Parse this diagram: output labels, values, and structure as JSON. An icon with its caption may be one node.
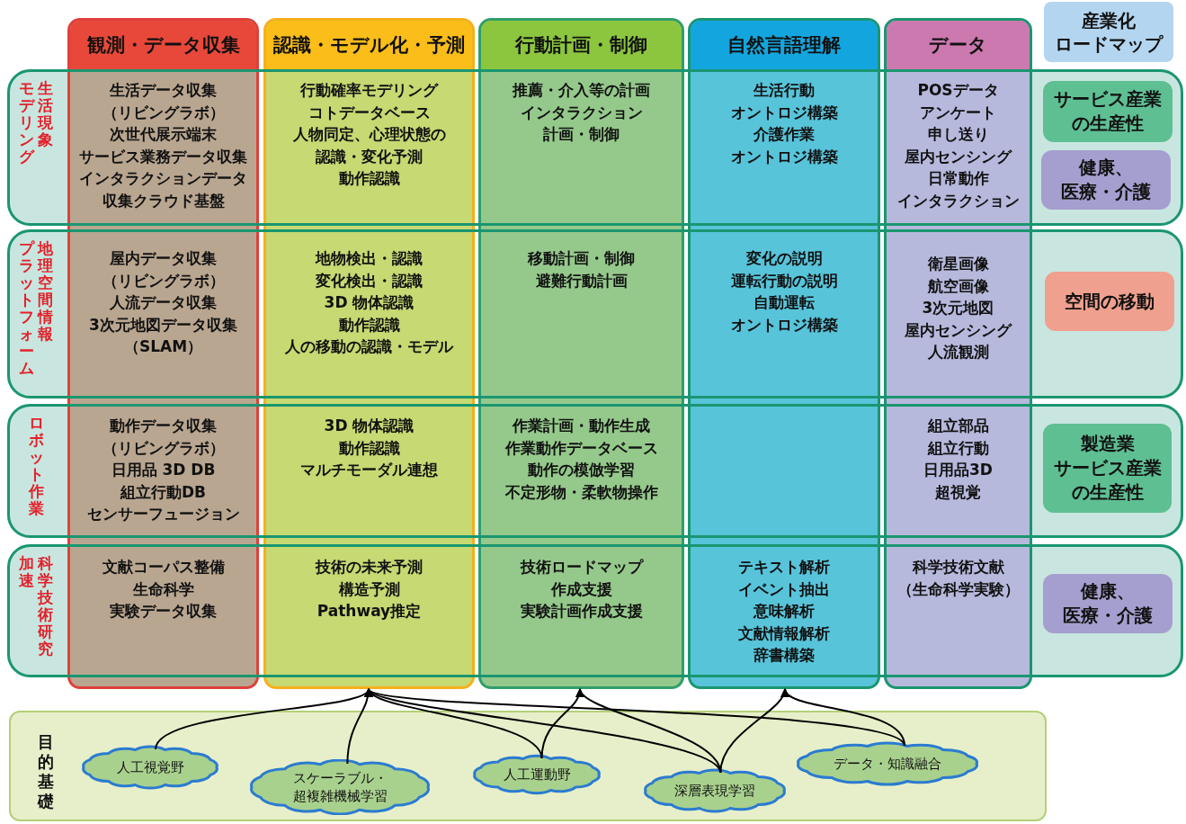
{
  "diagram": {
    "nodes": [
      {
        "text": [
          "観測・データ収集"
        ]
      },
      {
        "text": [
          "認識・モデル化・予測"
        ]
      },
      {
        "text": [
          "行動計画・制御"
        ]
      },
      {
        "text": [
          "自然言語理解"
        ]
      },
      {
        "text": [
          "データ"
        ]
      },
      {
        "text": [
          "産業化",
          "ロードマップ"
        ]
      },
      {
        "text": [
          "モデリング",
          "生活現象"
        ]
      },
      {
        "text": [
          "サービス産業",
          "の生産性"
        ]
      },
      {
        "text": [
          "健康、",
          "医療・介護"
        ]
      },
      {
        "text": [
          "プラットフォーム",
          "地理空間情報"
        ]
      },
      {
        "text": [
          "空間の移動"
        ]
      },
      {
        "text": [
          "ロボット作業"
        ]
      },
      {
        "text": [
          "製造業",
          "サービス産業",
          "の生産性"
        ]
      },
      {
        "text": [
          "加速",
          "科学技術研究"
        ]
      },
      {
        "text": [
          "健康、",
          "医療・介護"
        ]
      },
      {
        "text": [
          "目的基礎"
        ]
      },
      {
        "text": [
          "人工視覚野"
        ],
        "in": 15
      },
      {
        "text": [
          "スケーラブル・超複雑機械学習"
        ],
        "in": 15
      },
      {
        "text": [
          "人工運動野"
        ],
        "in": 15
      },
      {
        "text": [
          "深層表現学習"
        ],
        "in": 15
      },
      {
        "text": [
          "データ・知識融合"
        ],
        "in": 15
      }
    ],
    "edges": [
      {
        "from": 16,
        "to": 1,
        "arrow": "to"
      },
      {
        "from": 17,
        "to": 1,
        "arrow": "to"
      },
      {
        "from": 18,
        "to": 1,
        "arrow": "to"
      },
      {
        "from": 18,
        "to": 2,
        "arrow": "to"
      },
      {
        "from": 19,
        "to": 1,
        "arrow": "to"
      },
      {
        "from": 19,
        "to": 2,
        "arrow": "to"
      },
      {
        "from": 19,
        "to": 3,
        "arrow": "to"
      },
      {
        "from": 20,
        "to": 1,
        "arrow": "to"
      },
      {
        "from": 20,
        "to": 3,
        "arrow": "to"
      }
    ],
    "labels": [
      "生活データ収集",
      "（リビングラボ）",
      "次世代展示端末",
      "サービス業務データ収集",
      "インタラクションデータ",
      "収集クラウド基盤",
      "行動確率モデリング",
      "コトデータベース",
      "人物同定、心理状態の",
      "認識・変化予測",
      "動作認識",
      "推薦・介入等の計画",
      "インタラクション",
      "計画・制御",
      "生活行動",
      "オントロジ構築",
      "介護作業",
      "オントロジ構築",
      "POSデータ",
      "アンケート",
      "申し送り",
      "屋内センシング",
      "日常動作",
      "インタラクション",
      "屋内データ収集",
      "（リビングラボ）",
      "人流データ収集",
      "3次元地図データ収集",
      "（SLAM）",
      "地物検出・認識",
      "変化検出・認識",
      "3D 物体認識",
      "動作認識",
      "人の移動の認識・モデル",
      "移動計画・制御",
      "避難行動計画",
      "変化の説明",
      "運転行動の説明",
      "自動運転",
      "オントロジ構築",
      "衛星画像",
      "航空画像",
      "3次元地図",
      "屋内センシング",
      "人流観測",
      "動作データ収集",
      "（リビングラボ）",
      "日用品 3D DB",
      "組立行動DB",
      "センサーフュージョン",
      "3D 物体認識",
      "動作認識",
      "マルチモーダル連想",
      "作業計画・動作生成",
      "作業動作データベース",
      "動作の模倣学習",
      "不定形物・柔軟物操作",
      "組立部品",
      "組立行動",
      "日用品3D",
      "超視覚",
      "文献コーパス整備",
      "生命科学",
      "実験データ収集",
      "技術の未来予測",
      "構造予測",
      "Pathway推定",
      "技術ロードマップ",
      "作成支援",
      "実験計画作成支援",
      "テキスト解析",
      "イベント抽出",
      "意味解析",
      "文献情報解析",
      "辞書構築",
      "科学技術文献",
      "（生命科学実験）"
    ]
  }
}
